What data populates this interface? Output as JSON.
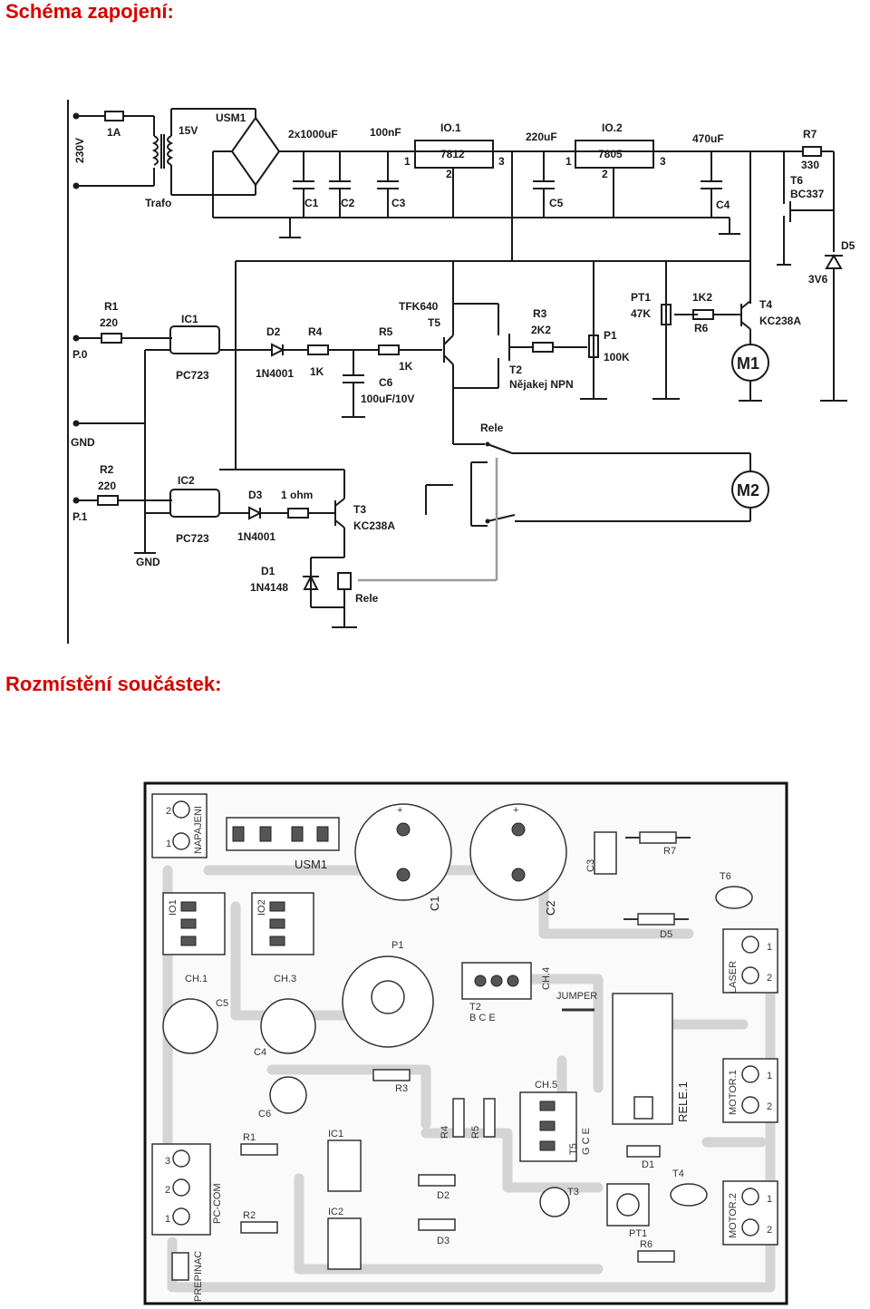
{
  "headings": {
    "schematic": "Schéma zapojení:",
    "layout": "Rozmístění součástek:"
  },
  "schematic": {
    "input_voltage": "230V",
    "fuse": "1A",
    "transformer_voltage": "15V",
    "transformer_name": "Trafo",
    "bridge": "USM1",
    "cap_bank": "2x1000uF",
    "cap_c3_value": "100nF",
    "c1": "C1",
    "c2": "C2",
    "c3": "C3",
    "io1": "IO.1",
    "io1_part": "7812",
    "io2": "IO.2",
    "io2_part": "7805",
    "pin1": "1",
    "pin2": "2",
    "pin3": "3",
    "c5_value": "220uF",
    "c5": "C5",
    "c4_value": "470uF",
    "c4": "C4",
    "r7": "R7",
    "r7_value": "330",
    "t6": "T6",
    "t6_part": "BC337",
    "d5": "D5",
    "d5_value": "3V6",
    "r1": "R1",
    "r1_value": "220",
    "ic1": "IC1",
    "ic1_part": "PC723",
    "p0": "P.0",
    "d2": "D2",
    "d2_part": "1N4001",
    "r4": "R4",
    "r4_value": "1K",
    "r5": "R5",
    "r5_value": "1K",
    "c6": "C6",
    "c6_value": "100uF/10V",
    "t5_part": "TFK640",
    "t5": "T5",
    "r3": "R3",
    "r3_value": "2K2",
    "t2": "T2",
    "t2_part": "Nějakej NPN",
    "p1": "P1",
    "p1_value": "100K",
    "pt1": "PT1",
    "pt1_value": "47K",
    "r6_value": "1K2",
    "r6": "R6",
    "t4": "T4",
    "t4_part": "KC238A",
    "m1": "M1",
    "m2": "M2",
    "gnd": "GND",
    "r2": "R2",
    "r2_value": "220",
    "ic2": "IC2",
    "ic2_part": "PC723",
    "p1_input": "P.1",
    "d3": "D3",
    "d3_part": "1N4001",
    "r_one_ohm": "1 ohm",
    "t3": "T3",
    "t3_part": "KC238A",
    "d1": "D1",
    "d1_part": "1N4148",
    "relay": "Rele"
  },
  "layout": {
    "napajeni": "NAPAJENI",
    "usm1": "USM1",
    "c1": "C1",
    "c2": "C2",
    "c3": "C3",
    "c4": "C4",
    "c5": "C5",
    "c6": "C6",
    "r1": "R1",
    "r2": "R2",
    "r3": "R3",
    "r4": "R4",
    "r5": "R5",
    "r6": "R6",
    "r7": "R7",
    "t2": "T2",
    "t2_pins": "B C E",
    "t3": "T3",
    "t4": "T4",
    "t5": "T5",
    "t5_pins": "G C E",
    "t6": "T6",
    "d1": "D1",
    "d2": "D2",
    "d3": "D3",
    "d5": "D5",
    "io1": "IO1",
    "io2": "IO2",
    "ch1": "CH.1",
    "ch3": "CH.3",
    "ch4": "CH.4",
    "ch5": "CH.5",
    "p1": "P1",
    "pt1": "PT1",
    "jumper": "JUMPER",
    "laser": "LASER",
    "motor1": "MOTOR.1",
    "motor2": "MOTOR.2",
    "rele1": "RELE.1",
    "ic1": "IC1",
    "ic2": "IC2",
    "pc_com": "PC-COM",
    "prepinac": "PREPINAC",
    "plus": "+",
    "pin1": "1",
    "pin2": "2",
    "pin3": "3"
  }
}
